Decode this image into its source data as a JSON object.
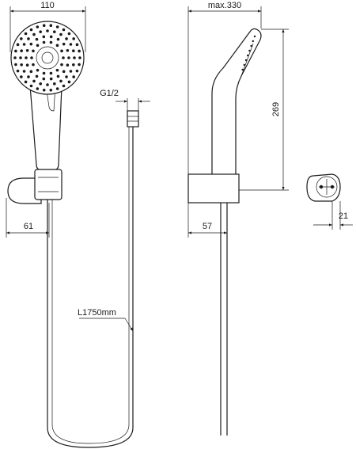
{
  "drawing": {
    "labels": {
      "head_width": "110",
      "max_length": "max.330",
      "thread": "G1/2",
      "bracket_offset": "61",
      "head_height": "269",
      "bracket_depth": "57",
      "mount_width": "21",
      "hose_length": "L1750mm"
    }
  }
}
